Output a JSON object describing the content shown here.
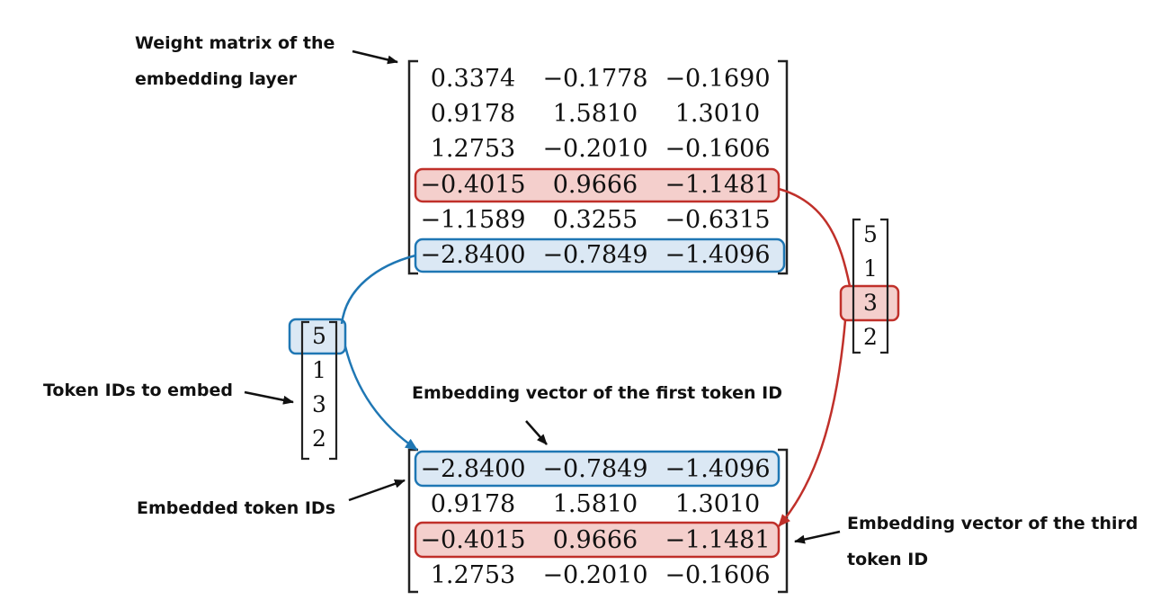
{
  "labels": {
    "weight_matrix": [
      "Weight matrix of the",
      "embedding layer"
    ],
    "token_ids_to_embed": "Token IDs to embed",
    "embedded_token_ids": "Embedded token IDs",
    "first_vector": "Embedding vector of the first token ID",
    "third_vector": [
      "Embedding vector of the third",
      "token ID"
    ]
  },
  "weight_matrix": [
    [
      "0.3374",
      "−0.1778",
      "−0.1690"
    ],
    [
      "0.9178",
      "1.5810",
      "1.3010"
    ],
    [
      "1.2753",
      "−0.2010",
      "−0.1606"
    ],
    [
      "−0.4015",
      "0.9666",
      "−1.1481"
    ],
    [
      "−1.1589",
      "0.3255",
      "−0.6315"
    ],
    [
      "−2.8400",
      "−0.7849",
      "−1.4096"
    ]
  ],
  "embedded_matrix": [
    [
      "−2.8400",
      "−0.7849",
      "−1.4096"
    ],
    [
      "0.9178",
      "1.5810",
      "1.3010"
    ],
    [
      "−0.4015",
      "0.9666",
      "−1.1481"
    ],
    [
      "1.2753",
      "−0.2010",
      "−0.1606"
    ]
  ],
  "token_ids_left": [
    "5",
    "1",
    "3",
    "2"
  ],
  "token_ids_right": [
    "5",
    "1",
    "3",
    "2"
  ],
  "colors": {
    "blue_stroke": "#1f77b4",
    "blue_fill": "#dbe8f4",
    "red_stroke": "#c0302a",
    "red_fill": "#f4cfcc"
  }
}
